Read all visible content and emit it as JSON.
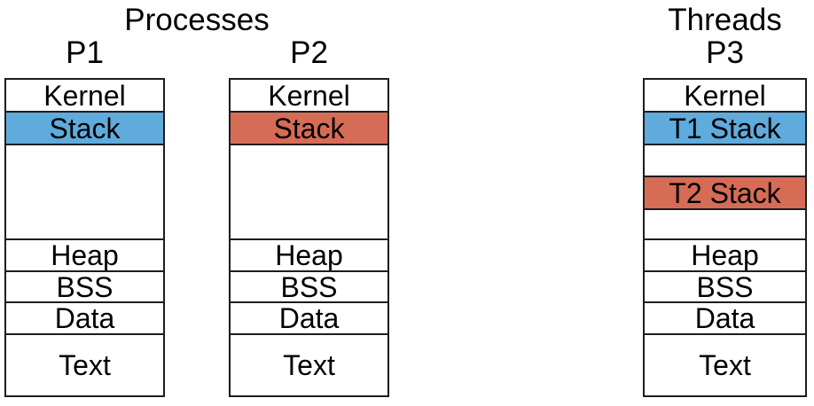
{
  "colors": {
    "stack_blue": "#5FABDC",
    "stack_red": "#D66C56",
    "border": "#1d1d1d",
    "background": "#ffffff"
  },
  "processes_group": {
    "title": "Processes",
    "p1": {
      "label": "P1",
      "segments": {
        "kernel": "Kernel",
        "stack": "Stack",
        "free_space": "",
        "heap": "Heap",
        "bss": "BSS",
        "data": "Data",
        "text": "Text"
      }
    },
    "p2": {
      "label": "P2",
      "segments": {
        "kernel": "Kernel",
        "stack": "Stack",
        "free_space": "",
        "heap": "Heap",
        "bss": "BSS",
        "data": "Data",
        "text": "Text"
      }
    }
  },
  "threads_group": {
    "title": "Threads",
    "p3": {
      "label": "P3",
      "segments": {
        "kernel": "Kernel",
        "t1_stack": "T1 Stack",
        "gap1": "",
        "t2_stack": "T2 Stack",
        "gap2": "",
        "heap": "Heap",
        "bss": "BSS",
        "data": "Data",
        "text": "Text"
      }
    }
  }
}
